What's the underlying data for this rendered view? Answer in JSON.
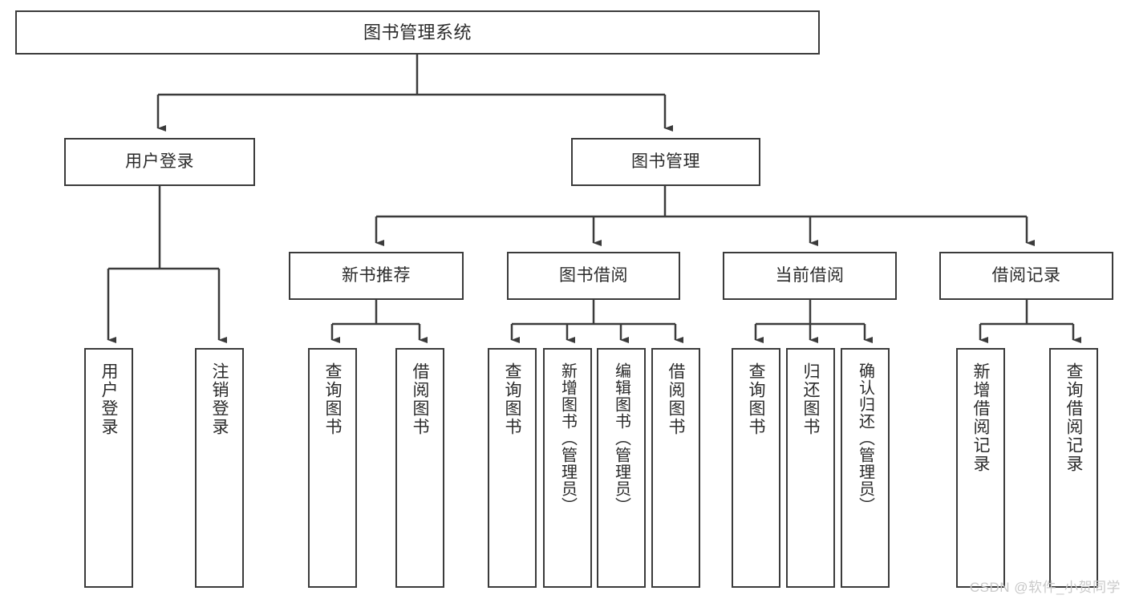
{
  "diagram": {
    "title": "图书管理系统",
    "type": "tree-hierarchy",
    "stroke_color": "#3b3b3b",
    "text_color": "#2b2b2b",
    "background_color": "#ffffff",
    "root": {
      "label": "图书管理系统",
      "children": [
        {
          "label": "用户登录",
          "children": [
            {
              "label": "用户登录"
            },
            {
              "label": "注销登录"
            }
          ]
        },
        {
          "label": "图书管理",
          "children": [
            {
              "label": "新书推荐",
              "children": [
                {
                  "label": "查询图书"
                },
                {
                  "label": "借阅图书"
                }
              ]
            },
            {
              "label": "图书借阅",
              "children": [
                {
                  "label": "查询图书"
                },
                {
                  "label": "新增图书（管理员）"
                },
                {
                  "label": "编辑图书（管理员）"
                },
                {
                  "label": "借阅图书"
                }
              ]
            },
            {
              "label": "当前借阅",
              "children": [
                {
                  "label": "查询图书"
                },
                {
                  "label": "归还图书"
                },
                {
                  "label": "确认归还（管理员）"
                }
              ]
            },
            {
              "label": "借阅记录",
              "children": [
                {
                  "label": "新增借阅记录"
                },
                {
                  "label": "查询借阅记录"
                }
              ]
            }
          ]
        }
      ]
    }
  },
  "watermark": {
    "text": "CSDN @软件_小贺同学"
  }
}
